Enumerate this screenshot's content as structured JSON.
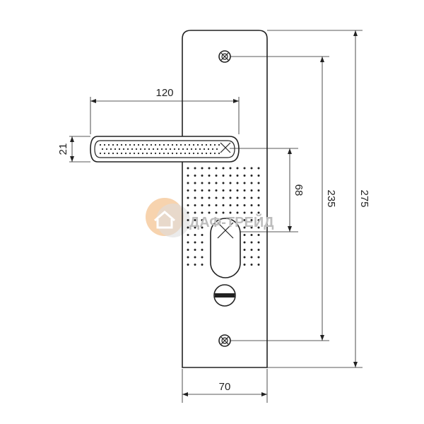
{
  "diagram": {
    "dimensions": {
      "handle_length": "120",
      "handle_height": "21",
      "spindle_to_cylinder": "68",
      "screw_spacing": "235",
      "plate_height": "275",
      "plate_width": "70"
    },
    "watermark": "ДАФ-ТРЕЙД",
    "colors": {
      "line": "#222222",
      "watermark_orange": "#f5c89a",
      "watermark_gray": "#c8c8c8"
    }
  }
}
